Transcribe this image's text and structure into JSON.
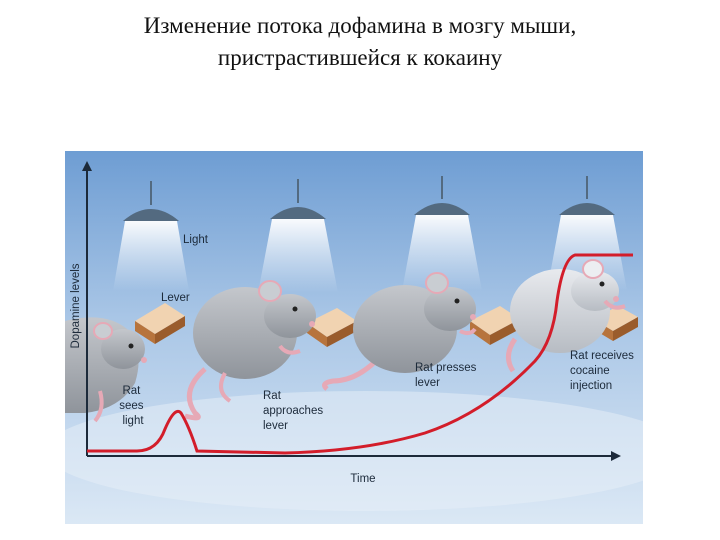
{
  "title": {
    "line1": "Изменение потока дофамина в мозгу мыши,",
    "line2": "пристрастившейся к кокаину"
  },
  "figure": {
    "y_axis_label": "Dopamine levels",
    "x_axis_label": "Time",
    "labels": {
      "light": "Light",
      "lever": "Lever",
      "stage1": [
        "Rat",
        "sees",
        "light"
      ],
      "stage2": [
        "Rat",
        "approaches",
        "lever"
      ],
      "stage3": [
        "Rat presses",
        "lever"
      ],
      "stage4": [
        "Rat receives",
        "cocaine",
        "injection"
      ]
    },
    "colors": {
      "background_top": "#6f9ed4",
      "background_bottom": "#d6e5f3",
      "curve": "#d31d2a",
      "rat_body": "#a9adb3",
      "lever_box": "#c98e56"
    }
  }
}
